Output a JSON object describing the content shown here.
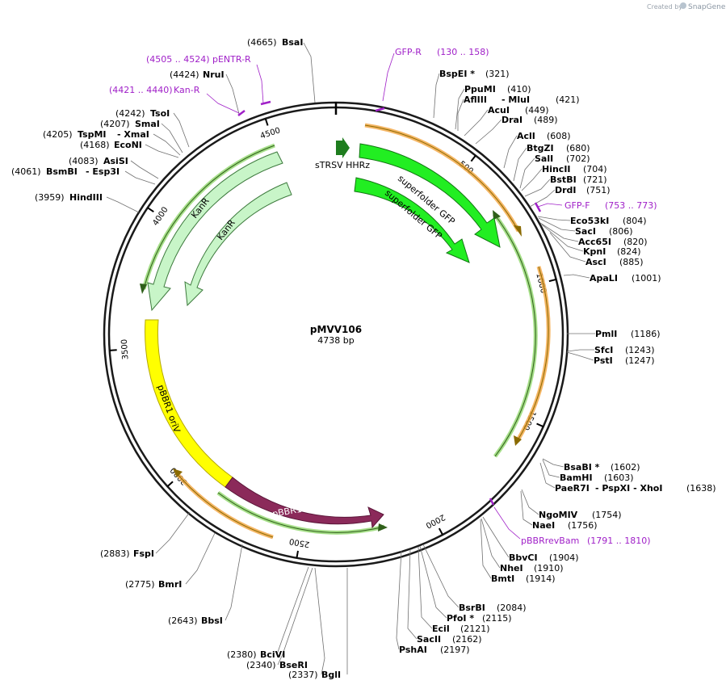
{
  "credit": {
    "prefix": "Created by",
    "brand": "SnapGene"
  },
  "plasmid": {
    "name": "pMVV106",
    "length_label": "4738 bp",
    "length": 4738
  },
  "ticks": [
    {
      "pos": 500,
      "label": "500"
    },
    {
      "pos": 1000,
      "label": "1000"
    },
    {
      "pos": 1500,
      "label": "1500"
    },
    {
      "pos": 2000,
      "label": "2000"
    },
    {
      "pos": 2500,
      "label": "2500"
    },
    {
      "pos": 3000,
      "label": "3000"
    },
    {
      "pos": 3500,
      "label": "3500"
    },
    {
      "pos": 4000,
      "label": "4000"
    },
    {
      "pos": 4500,
      "label": "4500"
    }
  ],
  "features": [
    {
      "label": "sTRSV HHRz",
      "color": "#1e7d1e"
    },
    {
      "label": "superfolder GFP",
      "color": "#22ee22"
    },
    {
      "label": "superfolder GFP",
      "color": "#22ee22"
    },
    {
      "label": "KanR",
      "color": "#c8f5c8"
    },
    {
      "label": "KanR",
      "color": "#c8f5c8"
    },
    {
      "label": "pBBR1 oriV",
      "color": "#ffff00"
    },
    {
      "label": "pBBR1 Rep",
      "color": "#8b2a5a"
    }
  ],
  "sites": [
    {
      "name": "BsaI",
      "pos": "(4665)"
    },
    {
      "name": "NruI",
      "pos": "(4424)"
    },
    {
      "name": "TsoI",
      "pos": "(4242)"
    },
    {
      "name": "SmaI",
      "pos": "(4207)"
    },
    {
      "name": "TspMI",
      "pos": "(4205)",
      "extra": "- XmaI"
    },
    {
      "name": "EcoNI",
      "pos": "(4168)"
    },
    {
      "name": "AsiSI",
      "pos": "(4083)"
    },
    {
      "name": "BsmBI",
      "pos": "(4061)",
      "extra": "- Esp3I"
    },
    {
      "name": "HindIII",
      "pos": "(3959)"
    },
    {
      "name": "BspEI *",
      "pos": "(321)"
    },
    {
      "name": "PpuMI",
      "pos": "(410)"
    },
    {
      "name": "AflIII",
      "pos": "(421)",
      "extra": "- MluI"
    },
    {
      "name": "AcuI",
      "pos": "(449)"
    },
    {
      "name": "DraI",
      "pos": "(489)"
    },
    {
      "name": "AclI",
      "pos": "(608)"
    },
    {
      "name": "BtgZI",
      "pos": "(680)"
    },
    {
      "name": "SalI",
      "pos": "(702)"
    },
    {
      "name": "HincII",
      "pos": "(704)"
    },
    {
      "name": "BstBI",
      "pos": "(721)"
    },
    {
      "name": "DrdI",
      "pos": "(751)"
    },
    {
      "name": "Eco53kI",
      "pos": "(804)"
    },
    {
      "name": "SacI",
      "pos": "(806)"
    },
    {
      "name": "Acc65I",
      "pos": "(820)"
    },
    {
      "name": "KpnI",
      "pos": "(824)"
    },
    {
      "name": "AscI",
      "pos": "(885)"
    },
    {
      "name": "ApaLI",
      "pos": "(1001)"
    },
    {
      "name": "PmlI",
      "pos": "(1186)"
    },
    {
      "name": "SfcI",
      "pos": "(1243)"
    },
    {
      "name": "PstI",
      "pos": "(1247)"
    },
    {
      "name": "BsaBI *",
      "pos": "(1602)"
    },
    {
      "name": "BamHI",
      "pos": "(1603)"
    },
    {
      "name": "PaeR7I",
      "pos": "(1638)",
      "extra": "- PspXI - XhoI"
    },
    {
      "name": "NgoMIV",
      "pos": "(1754)"
    },
    {
      "name": "NaeI",
      "pos": "(1756)"
    },
    {
      "name": "BbvCI",
      "pos": "(1904)"
    },
    {
      "name": "NheI",
      "pos": "(1910)"
    },
    {
      "name": "BmtI",
      "pos": "(1914)"
    },
    {
      "name": "BsrBI",
      "pos": "(2084)"
    },
    {
      "name": "PfoI *",
      "pos": "(2115)"
    },
    {
      "name": "EciI",
      "pos": "(2121)"
    },
    {
      "name": "SacII",
      "pos": "(2162)"
    },
    {
      "name": "PshAI",
      "pos": "(2197)"
    },
    {
      "name": "FspI",
      "pos": "(2883)"
    },
    {
      "name": "BmrI",
      "pos": "(2775)"
    },
    {
      "name": "BbsI",
      "pos": "(2643)"
    },
    {
      "name": "BciVI",
      "pos": "(2380)"
    },
    {
      "name": "BseRI",
      "pos": "(2340)"
    },
    {
      "name": "BglI",
      "pos": "(2337)"
    }
  ],
  "primers": [
    {
      "name": "GFP-R",
      "pos": "(130 .. 158)"
    },
    {
      "name": "pENTR-R",
      "pos": "(4505 .. 4524)"
    },
    {
      "name": "Kan-R",
      "pos": "(4421 .. 4440)"
    },
    {
      "name": "GFP-F",
      "pos": "(753 .. 773)"
    },
    {
      "name": "pBBRrevBam",
      "pos": "(1791 .. 1810)"
    }
  ]
}
